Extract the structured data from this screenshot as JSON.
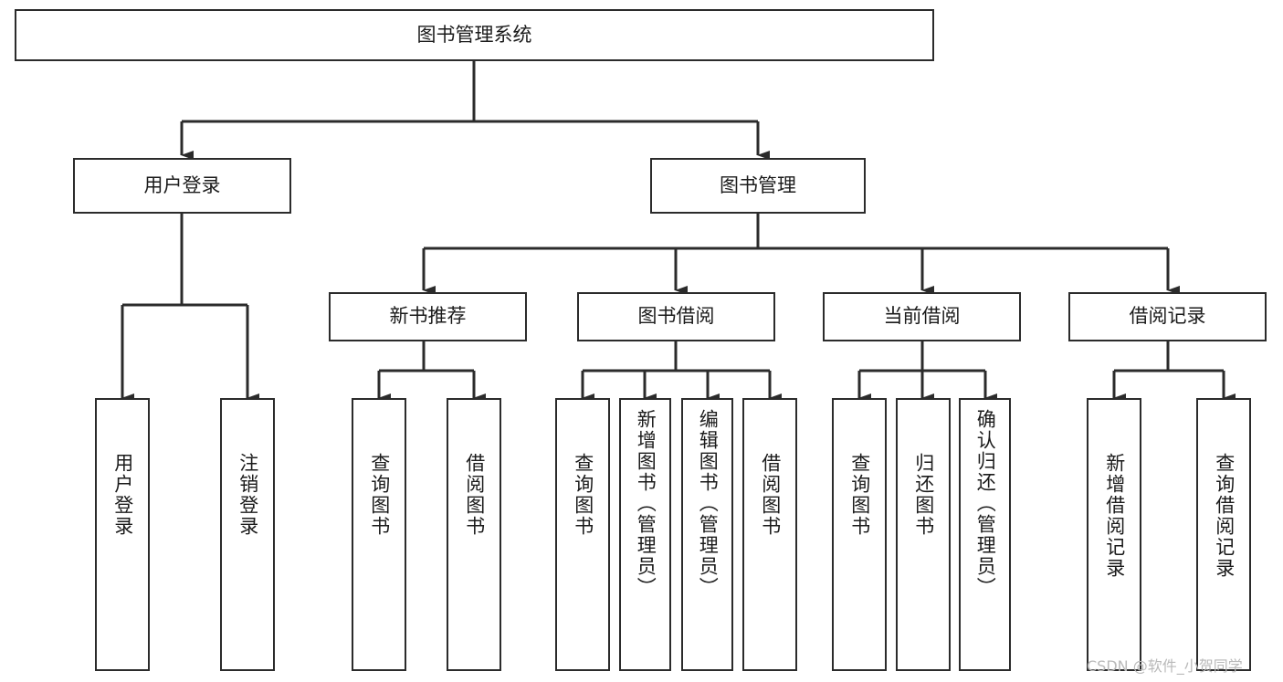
{
  "diagram": {
    "type": "tree-hierarchy-chart",
    "title": "图书管理系统",
    "line_color": "#2b2b2b",
    "box_fill": "#ffffff",
    "text_color": "#1b1b1b",
    "levels": [
      {
        "level": 1,
        "nodes": [
          {
            "id": "root",
            "label": "图书管理系统"
          }
        ]
      },
      {
        "level": 2,
        "nodes": [
          {
            "id": "login",
            "label": "用户登录"
          },
          {
            "id": "bookmgmt",
            "label": "图书管理"
          }
        ]
      },
      {
        "level": 3,
        "nodes": [
          {
            "id": "newbook",
            "label": "新书推荐"
          },
          {
            "id": "borrow",
            "label": "图书借阅"
          },
          {
            "id": "current",
            "label": "当前借阅"
          },
          {
            "id": "records",
            "label": "借阅记录"
          }
        ]
      },
      {
        "level": 4,
        "nodes": [
          {
            "id": "leaf1",
            "label": "用户登录"
          },
          {
            "id": "leaf2",
            "label": "注销登录"
          },
          {
            "id": "leaf3",
            "label": "查询图书"
          },
          {
            "id": "leaf4",
            "label": "借阅图书"
          },
          {
            "id": "leaf5",
            "label": "查询图书"
          },
          {
            "id": "leaf6",
            "label": "新增图书（管理员）"
          },
          {
            "id": "leaf7",
            "label": "编辑图书（管理员）"
          },
          {
            "id": "leaf8",
            "label": "借阅图书"
          },
          {
            "id": "leaf9",
            "label": "查询图书"
          },
          {
            "id": "leaf10",
            "label": "归还图书"
          },
          {
            "id": "leaf11",
            "label": "确认归还（管理员）"
          },
          {
            "id": "leaf12",
            "label": "新增借阅记录"
          },
          {
            "id": "leaf13",
            "label": "查询借阅记录"
          }
        ]
      }
    ]
  },
  "watermark": {
    "text": "CSDN @软件_小贺同学"
  }
}
